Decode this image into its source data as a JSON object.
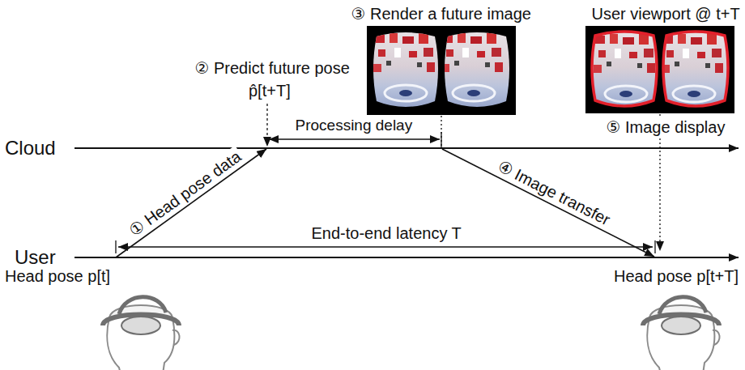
{
  "diagram": {
    "labels": [
      "③ Render a future image",
      "User viewport @ t+T",
      "② Predict future pose",
      "p̂[t+T]",
      "Processing delay",
      "⑤ Image display",
      "Cloud",
      "① Head pose data",
      "④ Image transfer",
      "End-to-end latency T",
      "User",
      "Head pose p[t]",
      "Head pose p[t+T]"
    ]
  }
}
